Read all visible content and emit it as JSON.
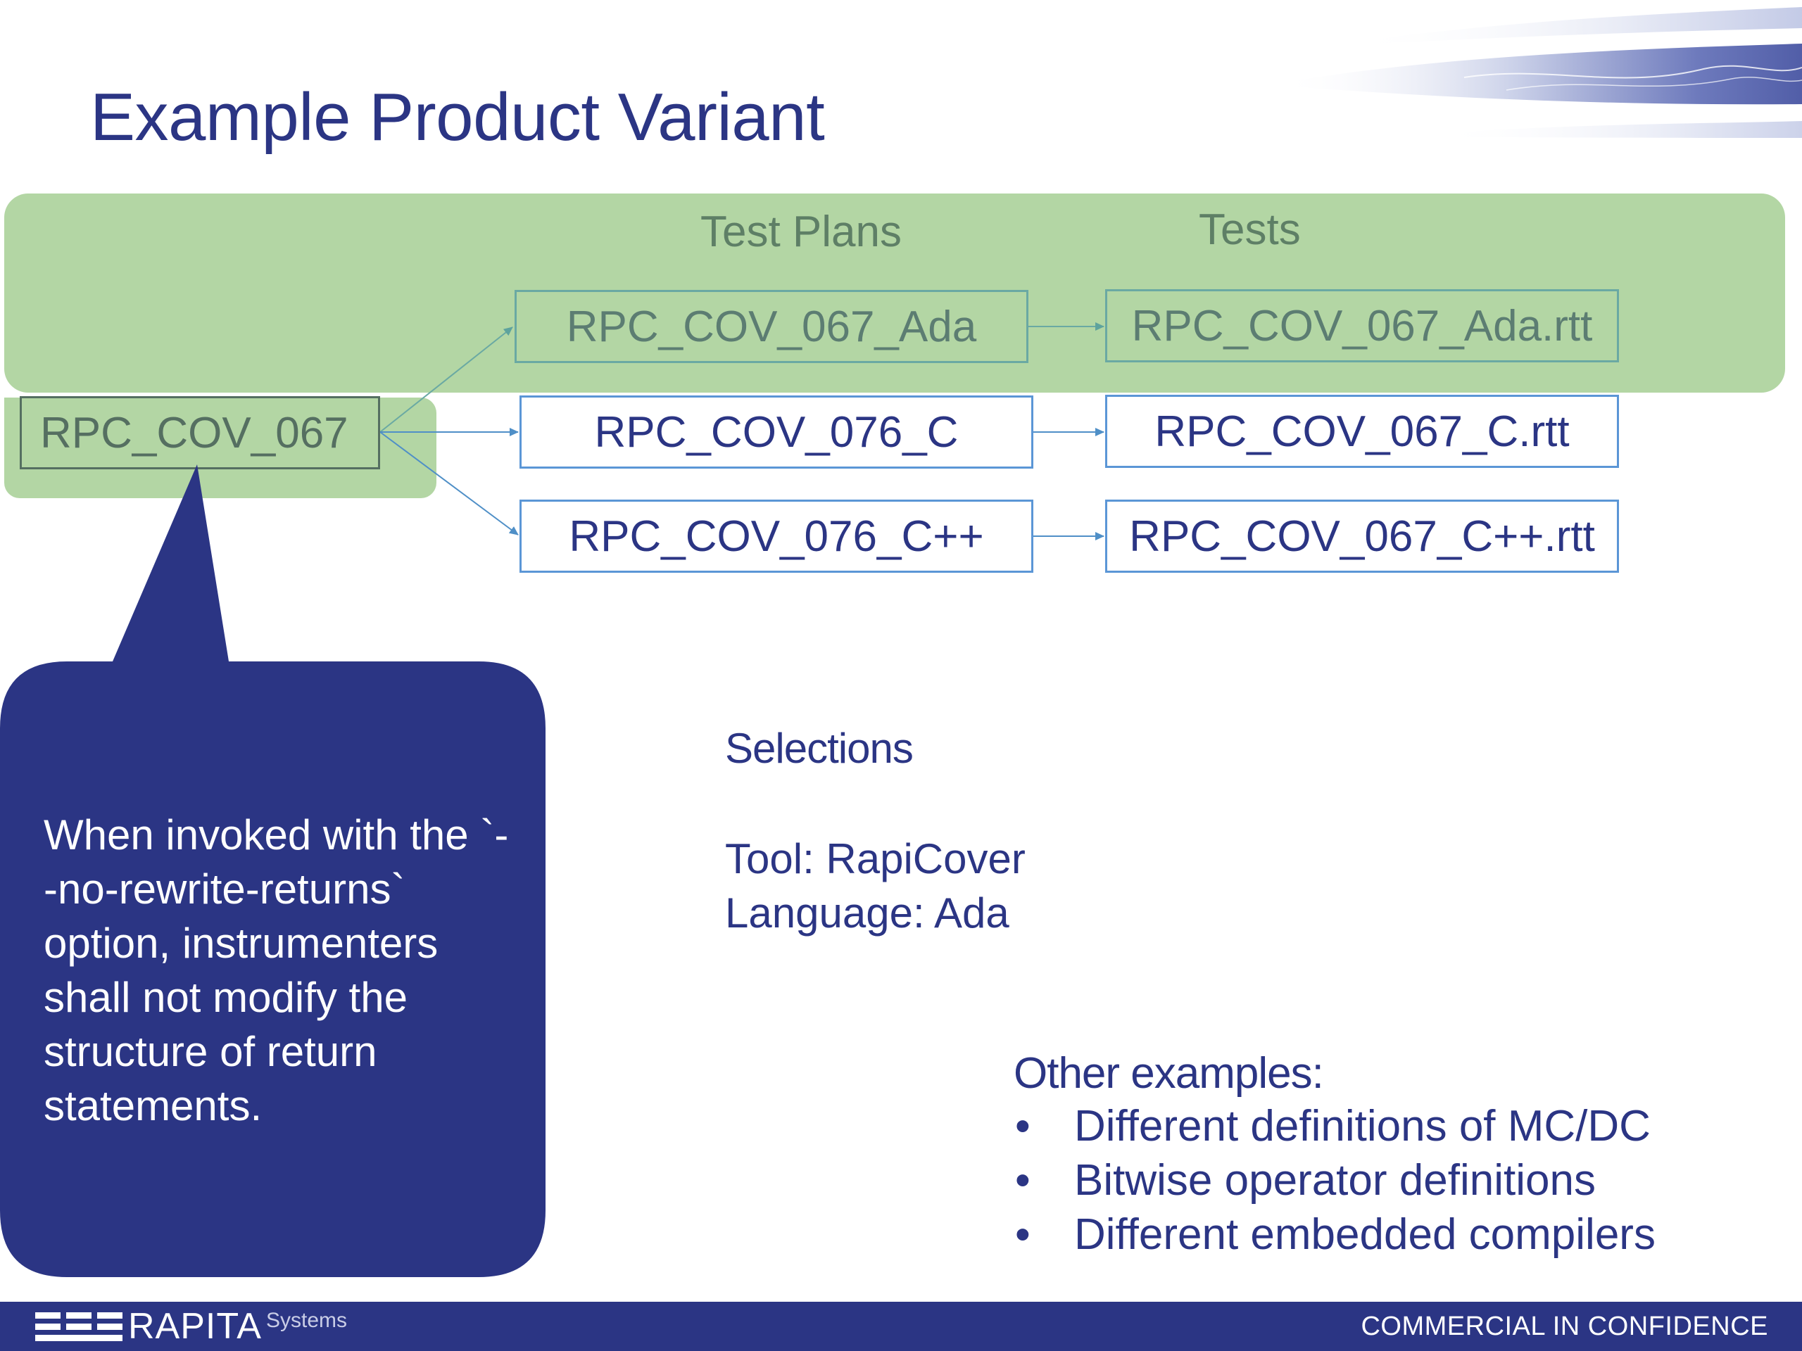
{
  "title": "Example Product Variant",
  "diagram": {
    "headers": {
      "test_plans": "Test Plans",
      "tests": "Tests"
    },
    "root": "RPC_COV_067",
    "test_plans": [
      "RPC_COV_067_Ada",
      "RPC_COV_076_C",
      "RPC_COV_076_C++"
    ],
    "tests": [
      "RPC_COV_067_Ada.rtt",
      "RPC_COV_067_C.rtt",
      "RPC_COV_067_C++.rtt"
    ]
  },
  "callout": {
    "text": "When invoked with the `--no-rewrite-returns` option, instrumenters shall not modify the structure of return statements."
  },
  "selections": {
    "title": "Selections",
    "tool": "Tool: RapiCover",
    "language": "Language: Ada"
  },
  "other_examples": {
    "title": "Other examples:",
    "bullet": "•",
    "items": [
      "Different definitions of MC/DC",
      "Bitwise operator definitions",
      "Different embedded compilers"
    ]
  },
  "footer": {
    "logo_text": "RAPITA",
    "logo_subtext": "Systems",
    "confidentiality": "COMMERCIAL IN CONFIDENCE"
  },
  "colors": {
    "brand_navy": "#2b3584",
    "highlight_green": "#b3d6a4",
    "box_border_blue": "#5b96d6"
  }
}
